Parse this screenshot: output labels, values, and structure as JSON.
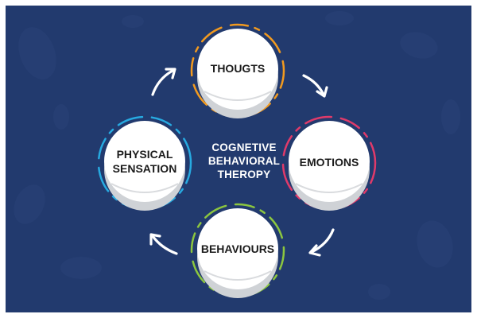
{
  "diagram": {
    "center": {
      "line1": "COGNETIVE",
      "line2": "BEHAVIORAL",
      "line3": "THEROPY"
    },
    "nodes": [
      {
        "id": "thoughts",
        "label": "THOUGTS",
        "accent": "#f29a1f"
      },
      {
        "id": "emotions",
        "label": "EMOTIONS",
        "accent": "#e03a6a"
      },
      {
        "id": "behaviours",
        "label": "BEHAVIOURS",
        "accent": "#8cc63f"
      },
      {
        "id": "physical",
        "line1": "PHYSICAL",
        "line2": "SENSATION",
        "accent": "#27aae1"
      }
    ],
    "colors": {
      "background": "#223a6e",
      "circle": "#ffffff",
      "arrow": "#ffffff"
    }
  }
}
